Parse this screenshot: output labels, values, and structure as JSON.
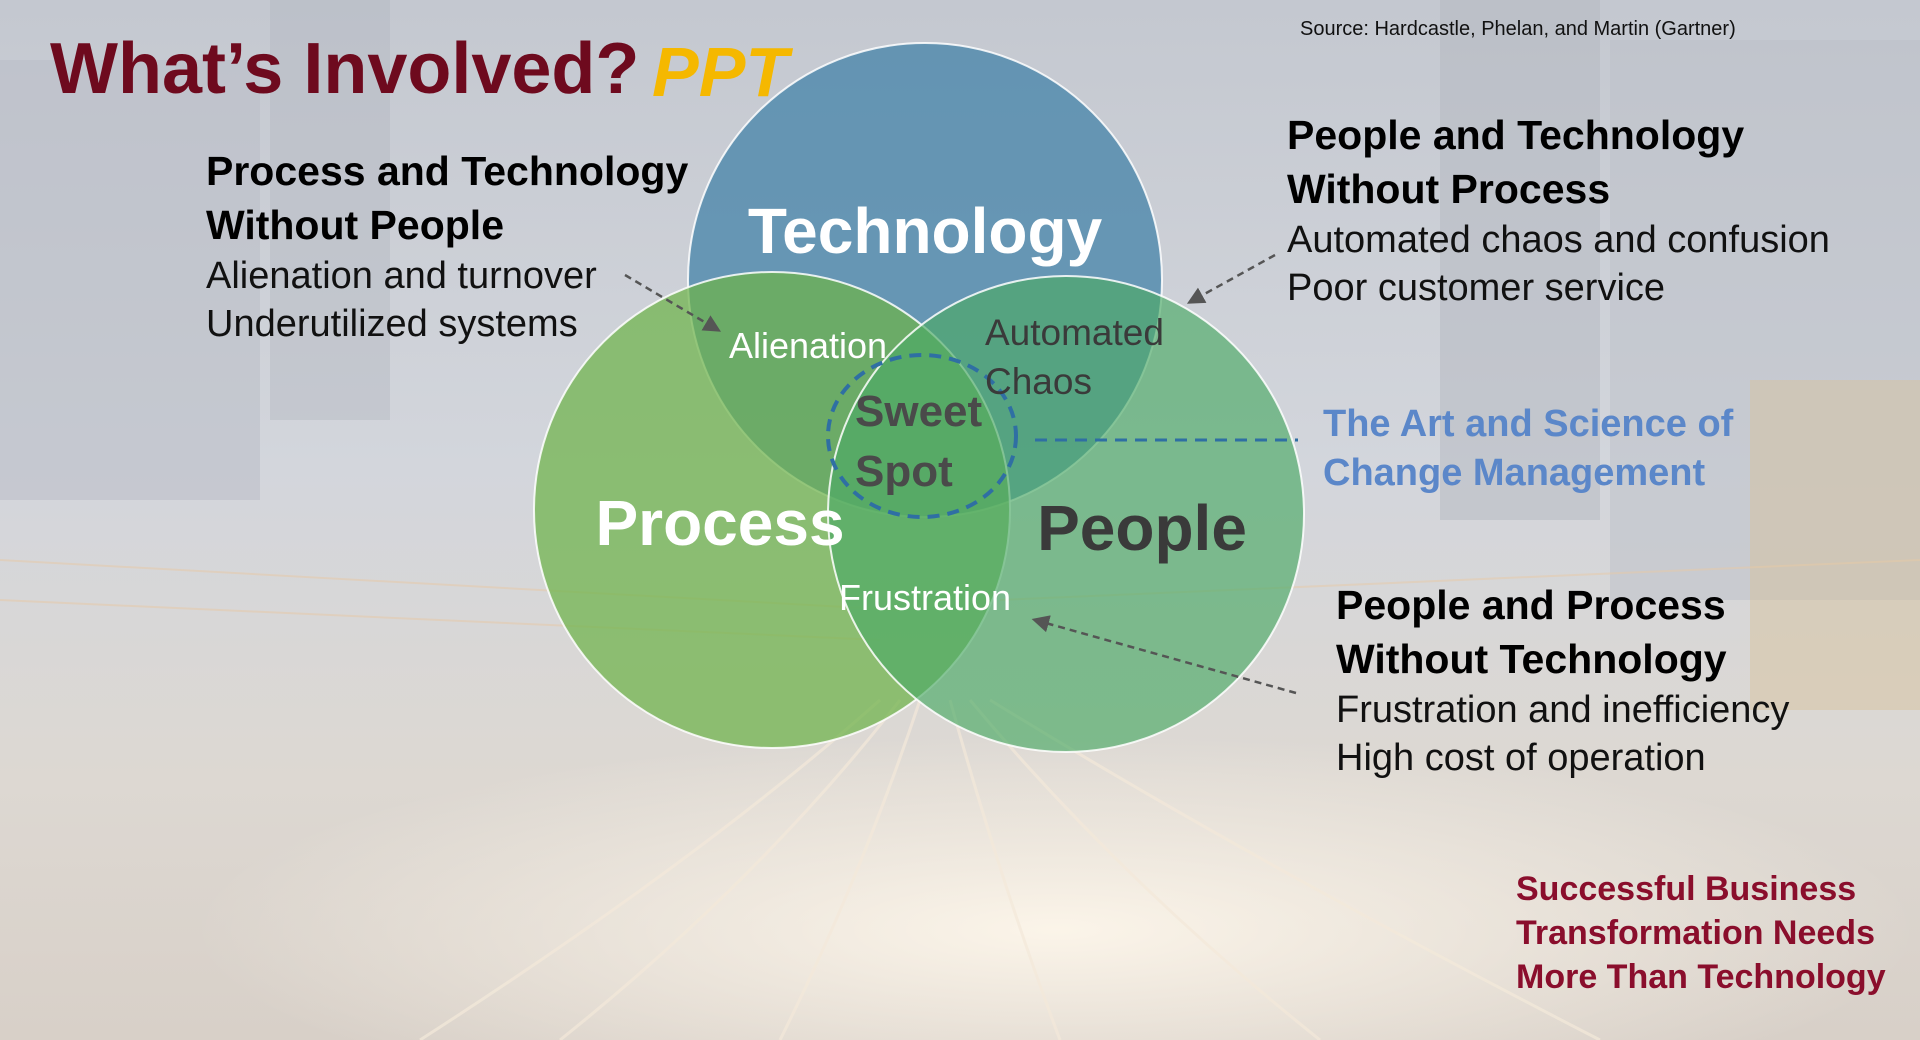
{
  "slide": {
    "title": "What’s Involved?",
    "title_accent": "PPT",
    "source": "Source: Hardcastle, Phelan, and Martin (Gartner)"
  },
  "venn": {
    "circles": {
      "technology": "Technology",
      "process": "Process",
      "people": "People"
    },
    "overlaps": {
      "alienation": "Alienation",
      "automated_chaos_line1": "Automated",
      "automated_chaos_line2": "Chaos",
      "frustration": "Frustration",
      "sweet_spot_line1": "Sweet",
      "sweet_spot_line2": "Spot"
    }
  },
  "blocks": {
    "process_technology": {
      "heading_line1": "Process and Technology",
      "heading_line2": "Without People",
      "lines": [
        "Alienation and turnover",
        "Underutilized systems"
      ]
    },
    "people_technology": {
      "heading_line1": "People and Technology",
      "heading_line2": "Without Process",
      "lines": [
        "Automated chaos and confusion",
        "Poor customer service"
      ]
    },
    "people_process": {
      "heading_line1": "People and Process",
      "heading_line2": "Without Technology",
      "lines": [
        "Frustration and inefficiency",
        "High cost of operation"
      ]
    }
  },
  "change_management": {
    "line1": "The Art and Science of",
    "line2": "Change Management"
  },
  "footer": {
    "line1": "Successful Business",
    "line2": "Transformation Needs",
    "line3": "More Than Technology"
  },
  "colors": {
    "title": "#6e0a1e",
    "accent": "#f5b800",
    "technology_circle": "#3f7fa6",
    "process_circle": "#6db34a",
    "people_circle": "#4caa66",
    "change_management": "#5b87c9",
    "footer": "#8a0e2c"
  }
}
